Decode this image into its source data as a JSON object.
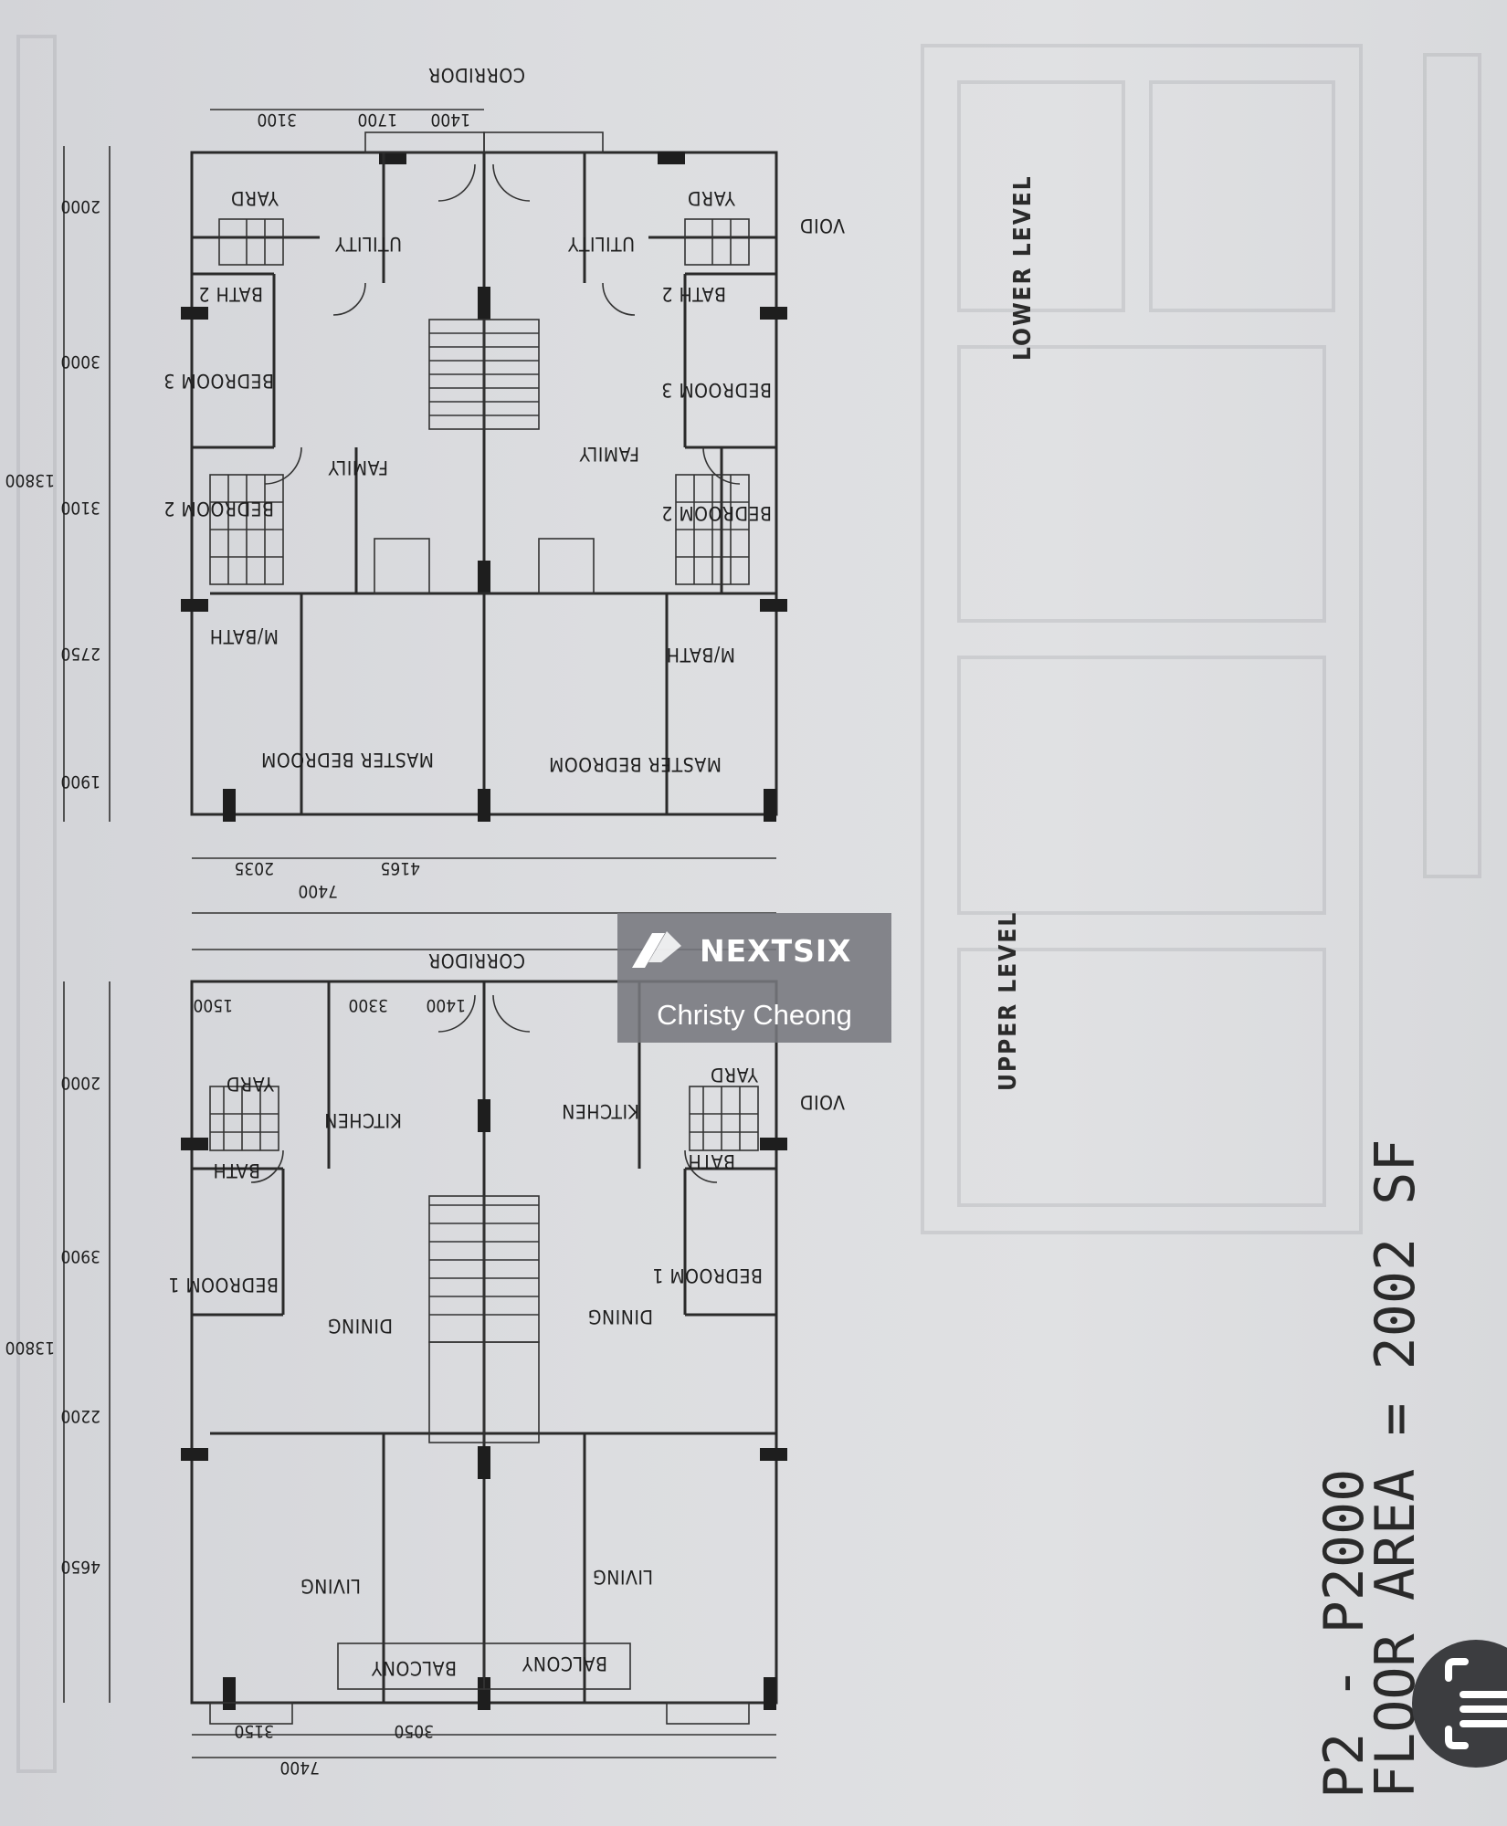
{
  "rooms": {
    "corridor": "CORRIDOR",
    "yard": "YARD",
    "utility": "UTILITY",
    "bath2": "BATH 2",
    "bedroom3": "BEDROOM 3",
    "bedroom2": "BEDROOM 2",
    "family": "FAMILY",
    "m_bath": "M/BATH",
    "master_bedroom": "MASTER BEDROOM",
    "void": "VOID",
    "kitchen": "KITCHEN",
    "bath": "BATH",
    "bedroom1": "BEDROOM 1",
    "dining": "DINING",
    "living": "LIVING",
    "balcony": "BALCONY"
  },
  "levels": {
    "lower": "LOWER LEVEL",
    "upper": "UPPER LEVEL"
  },
  "dims": {
    "lower_top": [
      "3100",
      "1700",
      "1400"
    ],
    "lower_side": [
      "2000",
      "3000",
      "3100",
      "2750",
      "1900"
    ],
    "lower_side_total": "13800",
    "lower_bottom": [
      "2035",
      "4165"
    ],
    "lower_bottom_total": "7400",
    "upper_top": [
      "1500",
      "3300",
      "1400"
    ],
    "upper_side": [
      "2000",
      "3900",
      "2200",
      "4650"
    ],
    "upper_side_total": "13800",
    "upper_bottom": [
      "3150",
      "3050"
    ],
    "upper_bottom_total": "7400"
  },
  "title": {
    "code": "P2 - P2000",
    "floor_area": "FLOOR AREA = 2002 SF"
  },
  "watermark": {
    "brand": "NEXTSIX",
    "agent": "Christy Cheong"
  },
  "icons": {
    "scan": "scan-document-icon",
    "logo": "nextsix-logo-icon"
  }
}
